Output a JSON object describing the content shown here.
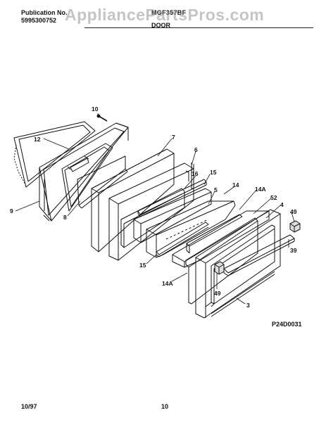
{
  "header": {
    "publication_label": "Publication No.",
    "publication_number": "5995300752",
    "model": "MGF357BF",
    "section_title": "DOOR"
  },
  "watermark": "AppliancePartsPros.com",
  "diagram_code": "P24D0031",
  "footer": {
    "date": "10/97",
    "page_number": "10"
  },
  "callouts": {
    "c10": "10",
    "c12": "12",
    "c7": "7",
    "c6": "6",
    "c16": "16",
    "c15a": "15",
    "c14": "14",
    "c14a_top": "14A",
    "c52": "52",
    "c5": "5",
    "c4": "4",
    "c49a": "49",
    "c39": "39",
    "c9": "9",
    "c8": "8",
    "c15b": "15",
    "c14a_bottom": "14A",
    "c49b": "49",
    "c3": "3"
  }
}
